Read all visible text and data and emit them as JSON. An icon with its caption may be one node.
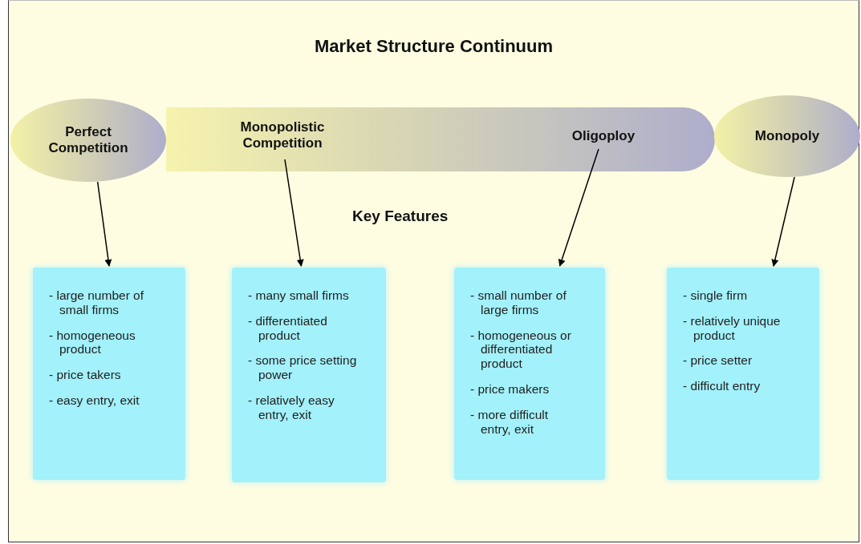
{
  "diagram": {
    "title": "Market Structure Continuum",
    "nodes": [
      {
        "text": [
          "Perfect Competition"
        ]
      },
      {
        "text": [],
        "shape": "bar"
      },
      {
        "text": [
          "Monopolistic Competition"
        ],
        "in": 1
      },
      {
        "text": [
          "Oligoploy"
        ],
        "in": 1
      },
      {
        "text": [
          "Monopoly"
        ]
      },
      {
        "text": [
          "- large number of small firms",
          "- homogeneous product",
          "- price takers",
          "- easy entry, exit"
        ]
      },
      {
        "text": [
          "- many small firms",
          "- differentiated product",
          "- some price setting power",
          "- relatively easy entry, exit"
        ]
      },
      {
        "text": [
          "- small number of large firms",
          "- homogeneous or differentiated product",
          "- price makers",
          "- more difficult entry, exit"
        ]
      },
      {
        "text": [
          "- single firm",
          "- relatively unique product",
          "- price setter",
          "- difficult entry"
        ]
      }
    ],
    "edges": [
      {
        "from": 0,
        "to": 5,
        "arrow": "to"
      },
      {
        "from": 2,
        "to": 6,
        "arrow": "to"
      },
      {
        "from": 3,
        "to": 7,
        "arrow": "to"
      },
      {
        "from": 4,
        "to": 8,
        "arrow": "to"
      }
    ],
    "labels": [
      "Key Features"
    ]
  }
}
